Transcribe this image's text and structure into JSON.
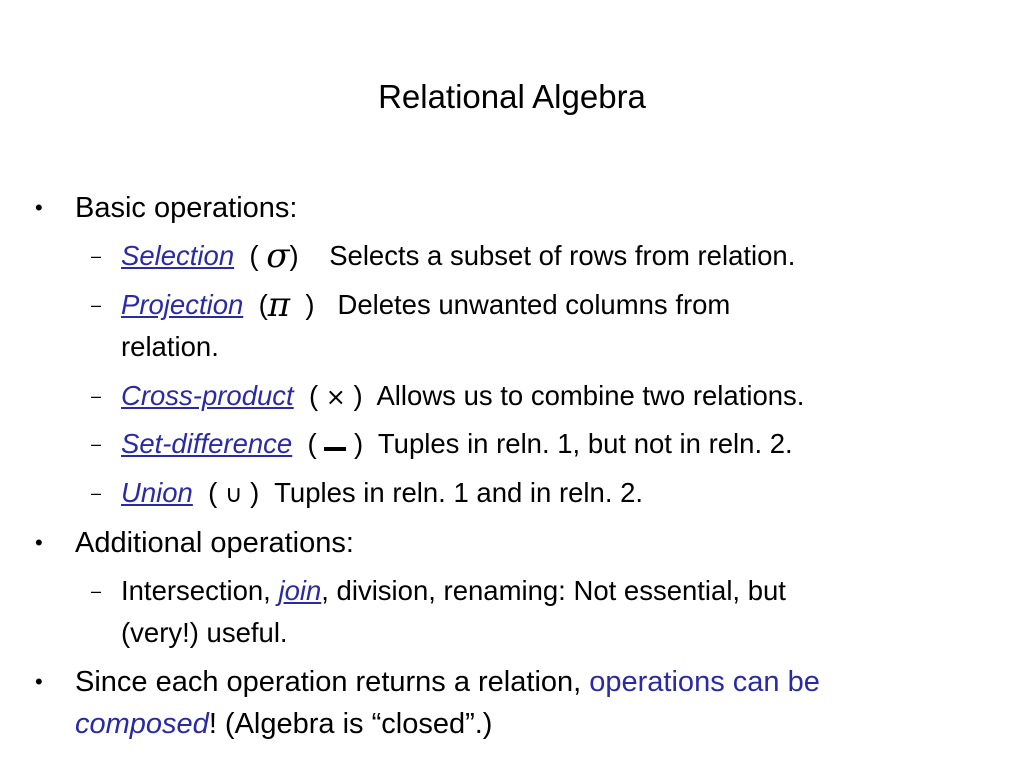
{
  "slide": {
    "title": "Relational Algebra",
    "bullet_char": "•",
    "dash_char": "–",
    "basic": {
      "heading": "Basic operations:",
      "ops": [
        {
          "name": "Selection",
          "symbol": "σ",
          "desc": "Selects a subset of rows from relation."
        },
        {
          "name": "Projection",
          "symbol": "π",
          "desc": "Deletes unwanted columns from",
          "desc_cont": "relation."
        },
        {
          "name": "Cross-product",
          "symbol": "×",
          "desc": "Allows us to combine two relations."
        },
        {
          "name": "Set-difference",
          "symbol": "",
          "desc": "Tuples in reln. 1, but not in reln. 2."
        },
        {
          "name": "Union",
          "symbol": "∪",
          "desc": "Tuples in reln. 1 and in reln. 2."
        }
      ]
    },
    "additional": {
      "heading": "Additional operations:",
      "pre": "Intersection, ",
      "link": "join",
      "post": ", division, renaming:  Not essential, but",
      "cont": "(very!) useful."
    },
    "closing": {
      "text1": "Since each operation returns a relation, ",
      "accent1": "operations can be",
      "accent2": "composed",
      "text2": "! (Algebra is “closed”.)"
    }
  }
}
